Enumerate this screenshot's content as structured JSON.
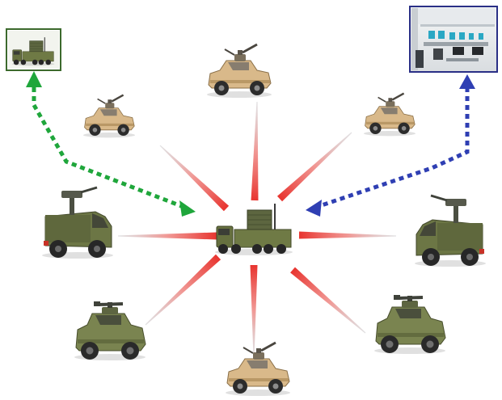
{
  "diagram": {
    "colors": {
      "background": "#ffffff",
      "beam_hot": "#e8342f",
      "beam_cold": "#c9c9cc",
      "green_link": "#1fa63b",
      "blue_link": "#2f3fb3",
      "olive_vehicle": "#6f7a45",
      "tan_vehicle": "#d9b98a",
      "frame_green": "#3c6a2d",
      "frame_blue": "#2a2f86"
    },
    "nodes": [
      {
        "id": "central-radar-truck",
        "type": "olive-radar-truck",
        "icon": "radar-truck-icon"
      },
      {
        "id": "top-left-command-post",
        "type": "framed-radar-truck-image",
        "icon": "radar-truck-thumbnail-icon"
      },
      {
        "id": "top-right-control-room",
        "type": "framed-control-room-image",
        "icon": "control-room-icon"
      },
      {
        "id": "top-center",
        "type": "tan-weapon-vehicle",
        "icon": "weapon-vehicle-icon"
      },
      {
        "id": "upper-left",
        "type": "tan-weapon-vehicle",
        "icon": "weapon-vehicle-icon"
      },
      {
        "id": "upper-right",
        "type": "tan-weapon-vehicle",
        "icon": "weapon-vehicle-icon"
      },
      {
        "id": "mid-left",
        "type": "olive-weapon-truck",
        "icon": "weapon-truck-icon"
      },
      {
        "id": "mid-right",
        "type": "olive-weapon-truck",
        "icon": "weapon-truck-icon"
      },
      {
        "id": "lower-left",
        "type": "olive-weapon-vehicle",
        "icon": "weapon-vehicle-icon"
      },
      {
        "id": "lower-right",
        "type": "olive-weapon-vehicle",
        "icon": "weapon-vehicle-icon"
      },
      {
        "id": "bottom-center",
        "type": "tan-weapon-vehicle",
        "icon": "weapon-vehicle-icon"
      }
    ],
    "links": [
      {
        "from": "central-radar-truck",
        "to": "top-left-command-post",
        "style": "dotted",
        "color": "green",
        "arrow": "both"
      },
      {
        "from": "central-radar-truck",
        "to": "top-right-control-room",
        "style": "dotted",
        "color": "blue",
        "arrow": "both"
      },
      {
        "from": "central-radar-truck",
        "to": "top-center",
        "style": "beam"
      },
      {
        "from": "central-radar-truck",
        "to": "upper-left",
        "style": "beam"
      },
      {
        "from": "central-radar-truck",
        "to": "upper-right",
        "style": "beam"
      },
      {
        "from": "central-radar-truck",
        "to": "mid-left",
        "style": "beam"
      },
      {
        "from": "central-radar-truck",
        "to": "mid-right",
        "style": "beam"
      },
      {
        "from": "central-radar-truck",
        "to": "lower-left",
        "style": "beam"
      },
      {
        "from": "central-radar-truck",
        "to": "lower-right",
        "style": "beam"
      },
      {
        "from": "central-radar-truck",
        "to": "bottom-center",
        "style": "beam"
      }
    ]
  }
}
